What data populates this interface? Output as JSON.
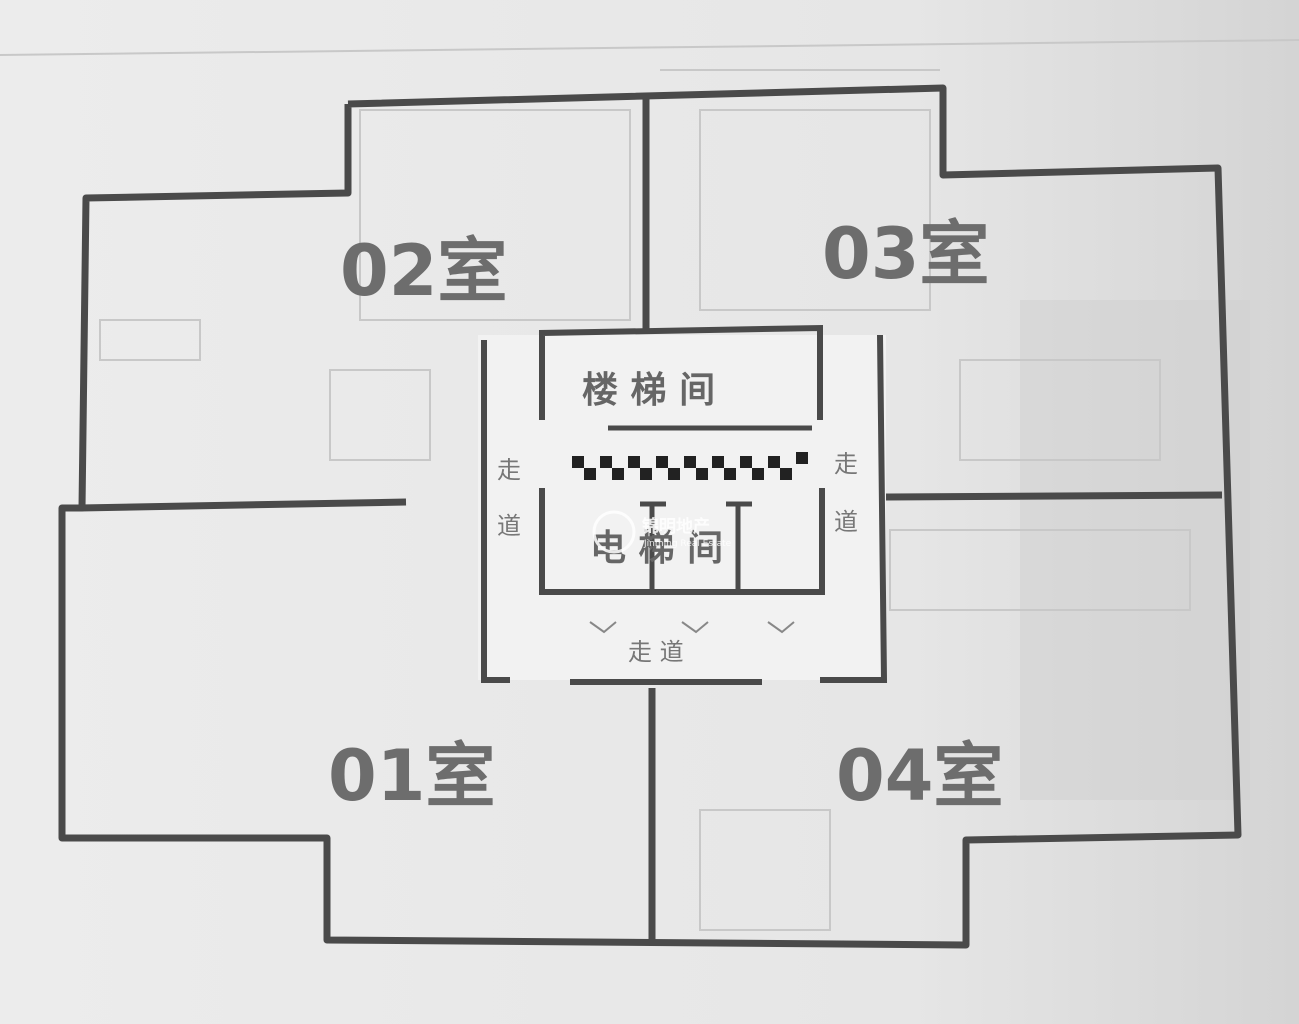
{
  "rooms": {
    "room_01": "01室",
    "room_02": "02室",
    "room_03": "03室",
    "room_04": "04室"
  },
  "core": {
    "stairwell": "楼 梯 间",
    "elevator_hall": "电 梯 间"
  },
  "corridor": {
    "left": [
      "走",
      "道"
    ],
    "right": [
      "走",
      "道"
    ],
    "bottom": "走 道"
  },
  "watermark": {
    "name": "锦明地产",
    "english": "Jinming Real Estate"
  },
  "colors": {
    "background": "#e9e9e9",
    "wall": "#4a4a4a",
    "label": "#6d6d6d"
  }
}
